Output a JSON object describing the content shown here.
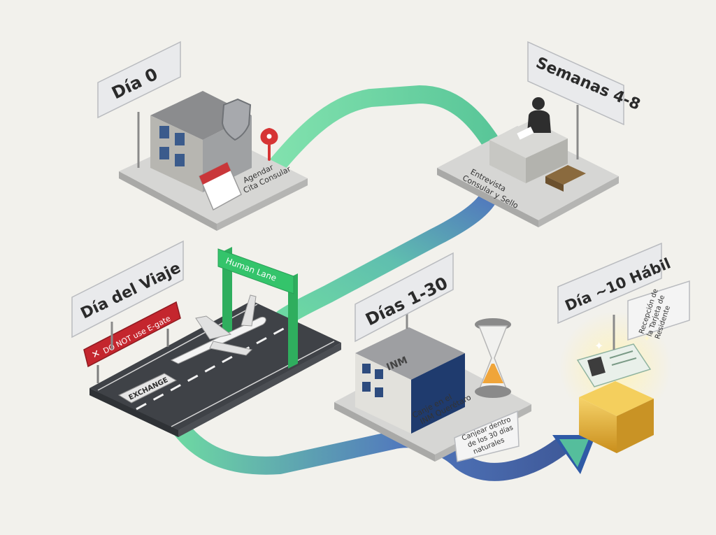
{
  "colors": {
    "background": "#f2f1ec",
    "path_green": "#5fd79a",
    "path_blue": "#3f5fb0",
    "platform": "#d6d6d4",
    "sign": "#e9eaec",
    "warning_red": "#c4262e",
    "gate_green": "#34c46b",
    "gold": "#e9b83a"
  },
  "milestones": [
    {
      "label": "Día 0",
      "caption_lines": [
        "Agendar",
        "Cita Consular"
      ]
    },
    {
      "label": "Semanas 4-8",
      "caption_lines": [
        "Entrevista",
        "Consular y Sello"
      ]
    },
    {
      "label": "Día del Viaje",
      "caption_lines": []
    },
    {
      "label": "Días 1-30",
      "caption_lines": [
        "Canje en el",
        "INM Querétaro"
      ]
    },
    {
      "label": "Día ~10 Hábil",
      "caption_lines": []
    }
  ],
  "travel": {
    "gate_label": "Human Lane",
    "warning": "DO NOT use E-gate",
    "runway_sign": "EXCHANGE"
  },
  "inm": {
    "building_sign": "INM",
    "hourglass_note_lines": [
      "Canjear dentro",
      "de los 30 días",
      "naturales"
    ]
  },
  "card": {
    "caption_lines": [
      "Recepción de",
      "la Tarjeta de",
      "Residente"
    ]
  },
  "icons": [
    "calendar-icon",
    "location-pin-icon",
    "shield-icon",
    "hourglass-icon",
    "airplane-icon",
    "resident-card-icon",
    "arrow-icon"
  ]
}
